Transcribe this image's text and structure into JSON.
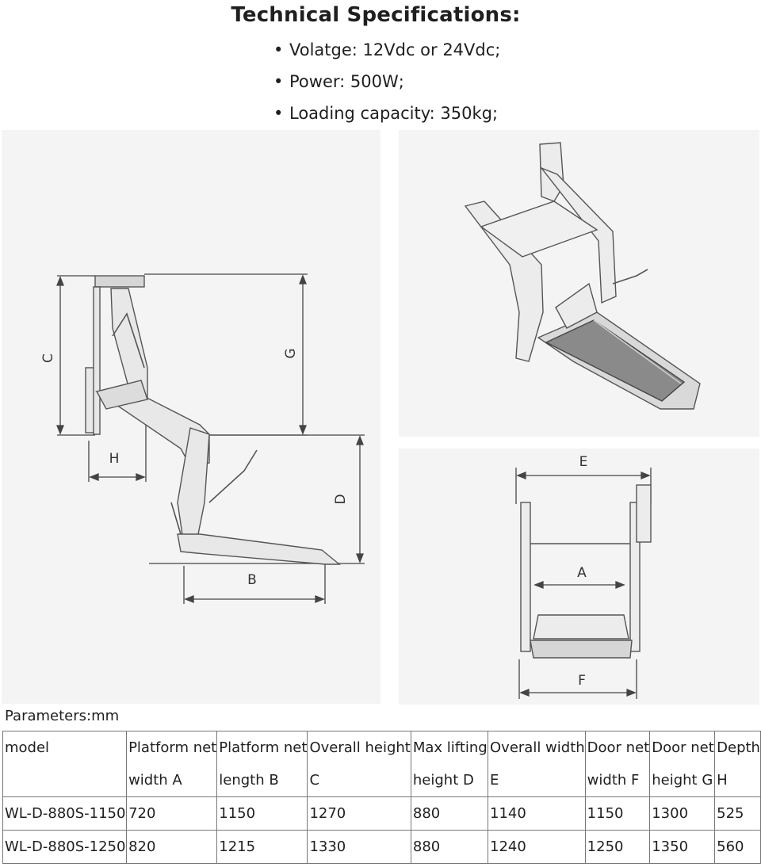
{
  "title": "Technical Specifications:",
  "specs": [
    "Volatge: 12Vdc or 24Vdc;",
    "Power: 500W;",
    "Loading capacity: 350kg;"
  ],
  "diagram_labels": {
    "C": "C",
    "G": "G",
    "H": "H",
    "D": "D",
    "B": "B",
    "E": "E",
    "A": "A",
    "F": "F"
  },
  "params_caption": "Parameters:mm",
  "table": {
    "headers": [
      [
        "model",
        ""
      ],
      [
        "Platform net",
        "width A"
      ],
      [
        "Platform net",
        "length B"
      ],
      [
        "Overall height",
        "C"
      ],
      [
        "Max lifting",
        "height D"
      ],
      [
        "Overall width",
        "E"
      ],
      [
        "Door net",
        "width F"
      ],
      [
        "Door net",
        "height G"
      ],
      [
        "Depth",
        "H"
      ]
    ],
    "rows": [
      [
        "WL-D-880S-1150",
        "720",
        "1150",
        "1270",
        "880",
        "1140",
        "1150",
        "1300",
        "525"
      ],
      [
        "WL-D-880S-1250",
        "820",
        "1215",
        "1330",
        "880",
        "1240",
        "1250",
        "1350",
        "560"
      ]
    ]
  }
}
